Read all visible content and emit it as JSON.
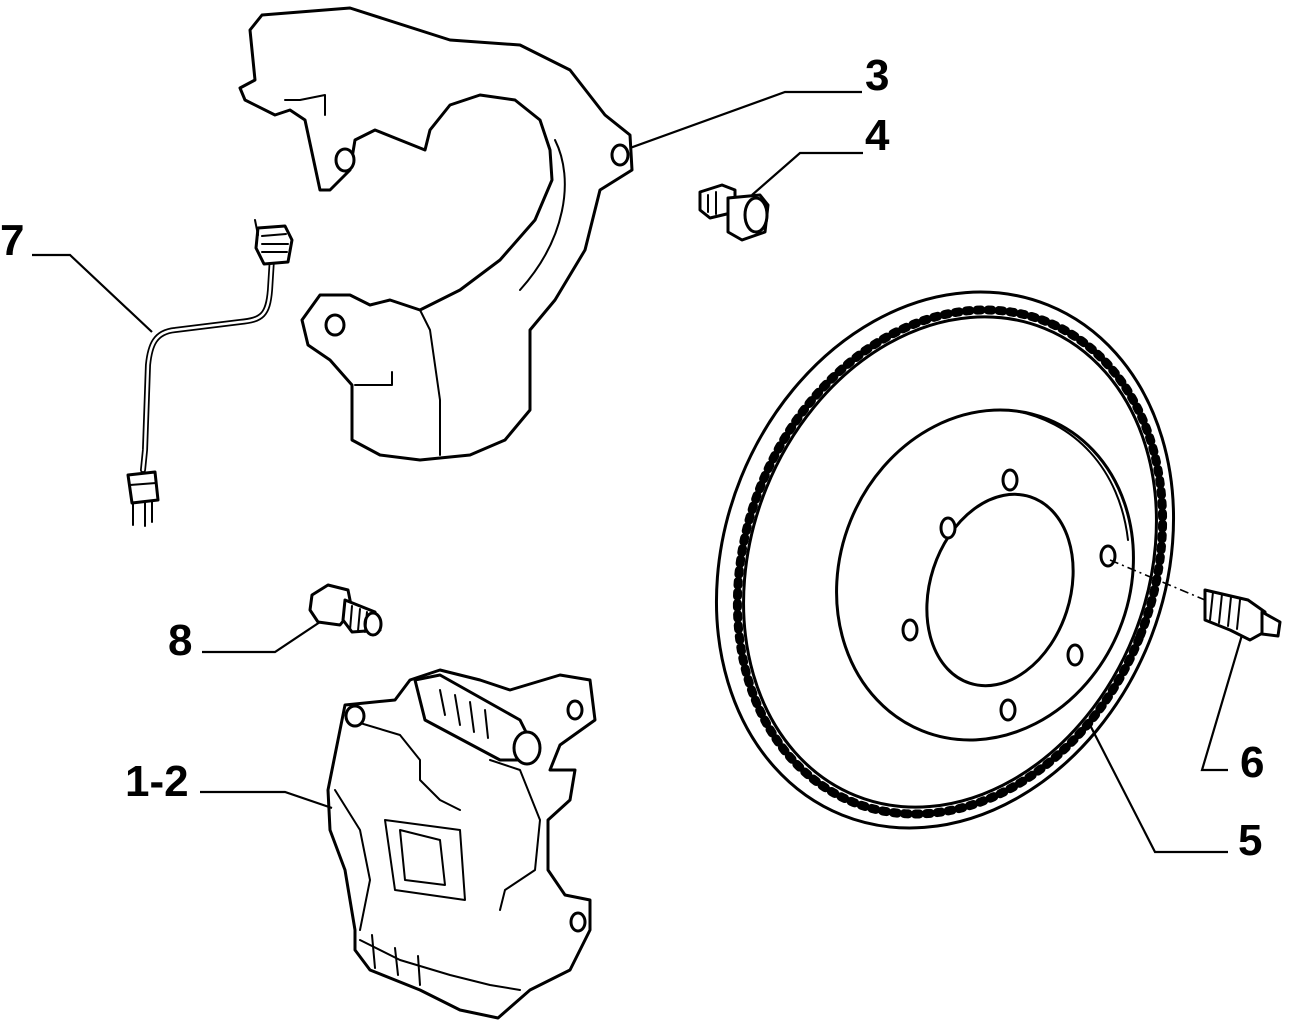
{
  "diagram": {
    "callouts": [
      {
        "id": "brake-caliper",
        "label": "1-2"
      },
      {
        "id": "dust-shield",
        "label": "3"
      },
      {
        "id": "shield-bolt",
        "label": "4"
      },
      {
        "id": "brake-disc",
        "label": "5"
      },
      {
        "id": "wheel-stud",
        "label": "6"
      },
      {
        "id": "wear-sensor-cable",
        "label": "7"
      },
      {
        "id": "caliper-bolt",
        "label": "8"
      }
    ]
  }
}
